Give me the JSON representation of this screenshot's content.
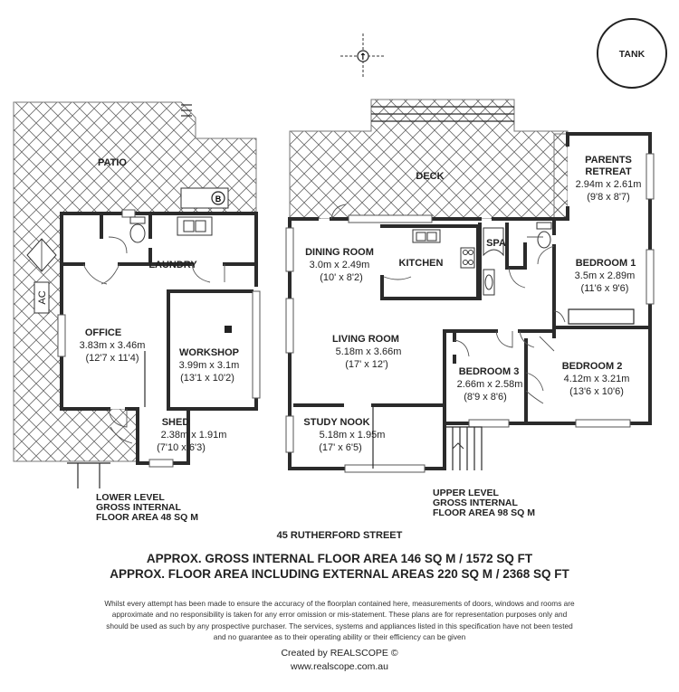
{
  "tank": "TANK",
  "compass_glyph": "↑",
  "lower": {
    "patio": "PATIO",
    "ac": "AC",
    "barbecue": "B",
    "laundry": "LAUNDRY",
    "office": {
      "name": "OFFICE",
      "metric": "3.83m x 3.46m",
      "imperial": "(12'7 x 11'4)"
    },
    "workshop": {
      "name": "WORKSHOP",
      "metric": "3.99m x 3.1m",
      "imperial": "(13'1 x 10'2)"
    },
    "shed": {
      "name": "SHED",
      "metric": "2.38m x 1.91m",
      "imperial": "(7'10 x 6'3)"
    },
    "level_label": [
      "LOWER LEVEL",
      "GROSS INTERNAL",
      "FLOOR AREA 48 SQ M"
    ]
  },
  "upper": {
    "deck": "DECK",
    "spa": "SPA",
    "kitchen": "KITCHEN",
    "dining": {
      "name": "DINING ROOM",
      "metric": "3.0m x 2.49m",
      "imperial": "(10' x 8'2)"
    },
    "living": {
      "name": "LIVING ROOM",
      "metric": "5.18m x 3.66m",
      "imperial": "(17' x 12')"
    },
    "study": {
      "name": "STUDY NOOK",
      "metric": "5.18m x 1.95m",
      "imperial": "(17' x 6'5)"
    },
    "parents": {
      "name1": "PARENTS",
      "name2": "RETREAT",
      "metric": "2.94m x 2.61m",
      "imperial": "(9'8 x 8'7)"
    },
    "bed1": {
      "name": "BEDROOM 1",
      "metric": "3.5m x 2.89m",
      "imperial": "(11'6 x 9'6)"
    },
    "bed2": {
      "name": "BEDROOM 2",
      "metric": "4.12m x 3.21m",
      "imperial": "(13'6 x 10'6)"
    },
    "bed3": {
      "name": "BEDROOM 3",
      "metric": "2.66m x 2.58m",
      "imperial": "(8'9 x 8'6)"
    },
    "level_label": [
      "UPPER LEVEL",
      "GROSS INTERNAL",
      "FLOOR AREA 98 SQ M"
    ]
  },
  "footer": {
    "address": "45 RUTHERFORD STREET",
    "gross_area": "APPROX. GROSS INTERNAL FLOOR AREA 146 SQ M / 1572 SQ FT",
    "external_area": "APPROX. FLOOR AREA INCLUDING EXTERNAL AREAS 220 SQ M / 2368 SQ FT",
    "disclaimer": "Whilst every attempt has been made to ensure the accuracy of the floorplan contained here, measurements of doors, windows and rooms are approximate and no responsibility is taken for any error omission or mis-statement. These plans are for representation purposes only and should be used as such by any prospective purchaser. The services, systems and appliances listed in this specification have not been tested and no guarantee as to their operating ability or their efficiency can be given",
    "created_by": "Created by REALSCOPE ©",
    "website": "www.realscope.com.au"
  }
}
